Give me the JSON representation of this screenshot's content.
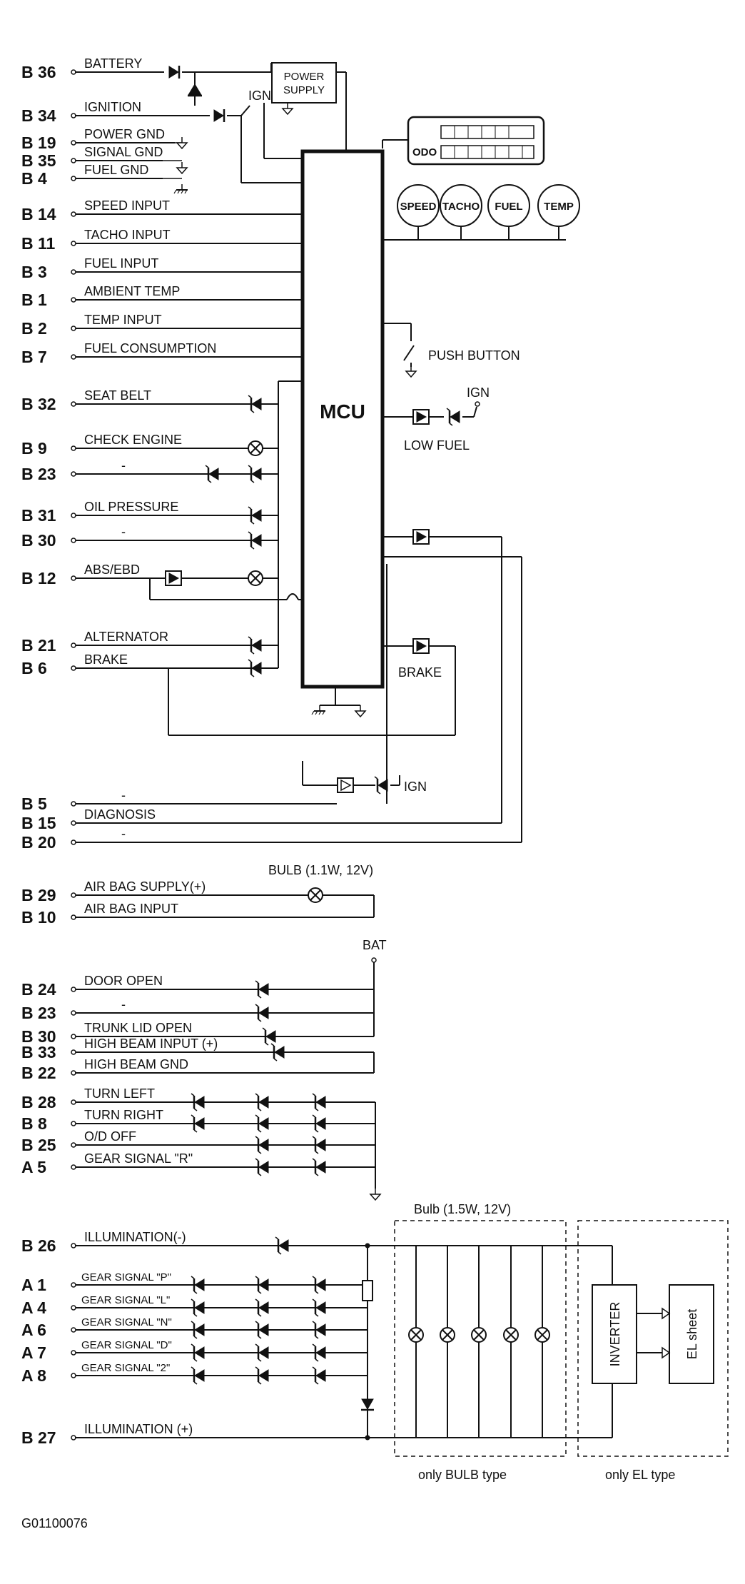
{
  "pins": [
    {
      "pin": "B 36",
      "signal": "BATTERY"
    },
    {
      "pin": "B 34",
      "signal": "IGNITION"
    },
    {
      "pin": "B 19",
      "signal": "POWER GND"
    },
    {
      "pin": "B 35",
      "signal": "SIGNAL GND"
    },
    {
      "pin": "B  4",
      "signal": "FUEL GND"
    },
    {
      "pin": "B 14",
      "signal": "SPEED INPUT"
    },
    {
      "pin": "B 11",
      "signal": "TACHO INPUT"
    },
    {
      "pin": "B  3",
      "signal": "FUEL INPUT"
    },
    {
      "pin": "B  1",
      "signal": "AMBIENT TEMP"
    },
    {
      "pin": "B  2",
      "signal": "TEMP INPUT"
    },
    {
      "pin": "B  7",
      "signal": "FUEL CONSUMPTION"
    },
    {
      "pin": "B 32",
      "signal": "SEAT BELT"
    },
    {
      "pin": "B  9",
      "signal": "CHECK ENGINE"
    },
    {
      "pin": "B 23",
      "signal": "-"
    },
    {
      "pin": "B 31",
      "signal": "OIL PRESSURE"
    },
    {
      "pin": "B 30",
      "signal": "-"
    },
    {
      "pin": "B 12",
      "signal": "ABS/EBD"
    },
    {
      "pin": "B 21",
      "signal": "ALTERNATOR"
    },
    {
      "pin": "B  6",
      "signal": "BRAKE"
    },
    {
      "pin": "B  5",
      "signal": "-"
    },
    {
      "pin": "B 15",
      "signal": "DIAGNOSIS"
    },
    {
      "pin": "B 20",
      "signal": "-"
    },
    {
      "pin": "B 29",
      "signal": "AIR BAG SUPPLY(+)"
    },
    {
      "pin": "B 10",
      "signal": "AIR BAG INPUT"
    },
    {
      "pin": "B 24",
      "signal": "DOOR OPEN"
    },
    {
      "pin": "B 23",
      "signal": "-"
    },
    {
      "pin": "B 30",
      "signal": "TRUNK LID OPEN"
    },
    {
      "pin": "B 33",
      "signal": "HIGH BEAM INPUT (+)"
    },
    {
      "pin": "B 22",
      "signal": "HIGH BEAM GND"
    },
    {
      "pin": "B 28",
      "signal": "TURN LEFT"
    },
    {
      "pin": "B  8",
      "signal": "TURN RIGHT"
    },
    {
      "pin": "B 25",
      "signal": "O/D OFF"
    },
    {
      "pin": "A  5",
      "signal": "GEAR SIGNAL \"R\""
    },
    {
      "pin": "B 26",
      "signal": "ILLUMINATION(-)"
    },
    {
      "pin": "A  1",
      "signal": "GEAR SIGNAL \"P\""
    },
    {
      "pin": "A  4",
      "signal": "GEAR SIGNAL \"L\""
    },
    {
      "pin": "A  6",
      "signal": "GEAR SIGNAL \"N\""
    },
    {
      "pin": "A  7",
      "signal": "GEAR SIGNAL \"D\""
    },
    {
      "pin": "A  8",
      "signal": "GEAR SIGNAL \"2\""
    },
    {
      "pin": "B 27",
      "signal": "ILLUMINATION (+)"
    }
  ],
  "labels": {
    "mcu": "MCU",
    "power_supply_1": "POWER",
    "power_supply_2": "SUPPLY",
    "ign": "IGN",
    "bat": "BAT",
    "push_button": "PUSH BUTTON",
    "low_fuel": "LOW FUEL",
    "brake": "BRAKE",
    "bulb_small": "BULB (1.1W, 12V)",
    "bulb_bank": "Bulb (1.5W,  12V)",
    "only_bulb": "only BULB type",
    "only_el": "only EL type",
    "inverter": "INVERTER",
    "el_sheet": "EL sheet",
    "odo": "ODO",
    "figure_code": "G01100076"
  },
  "gauges": [
    "SPEED",
    "TACHO",
    "FUEL",
    "TEMP"
  ]
}
